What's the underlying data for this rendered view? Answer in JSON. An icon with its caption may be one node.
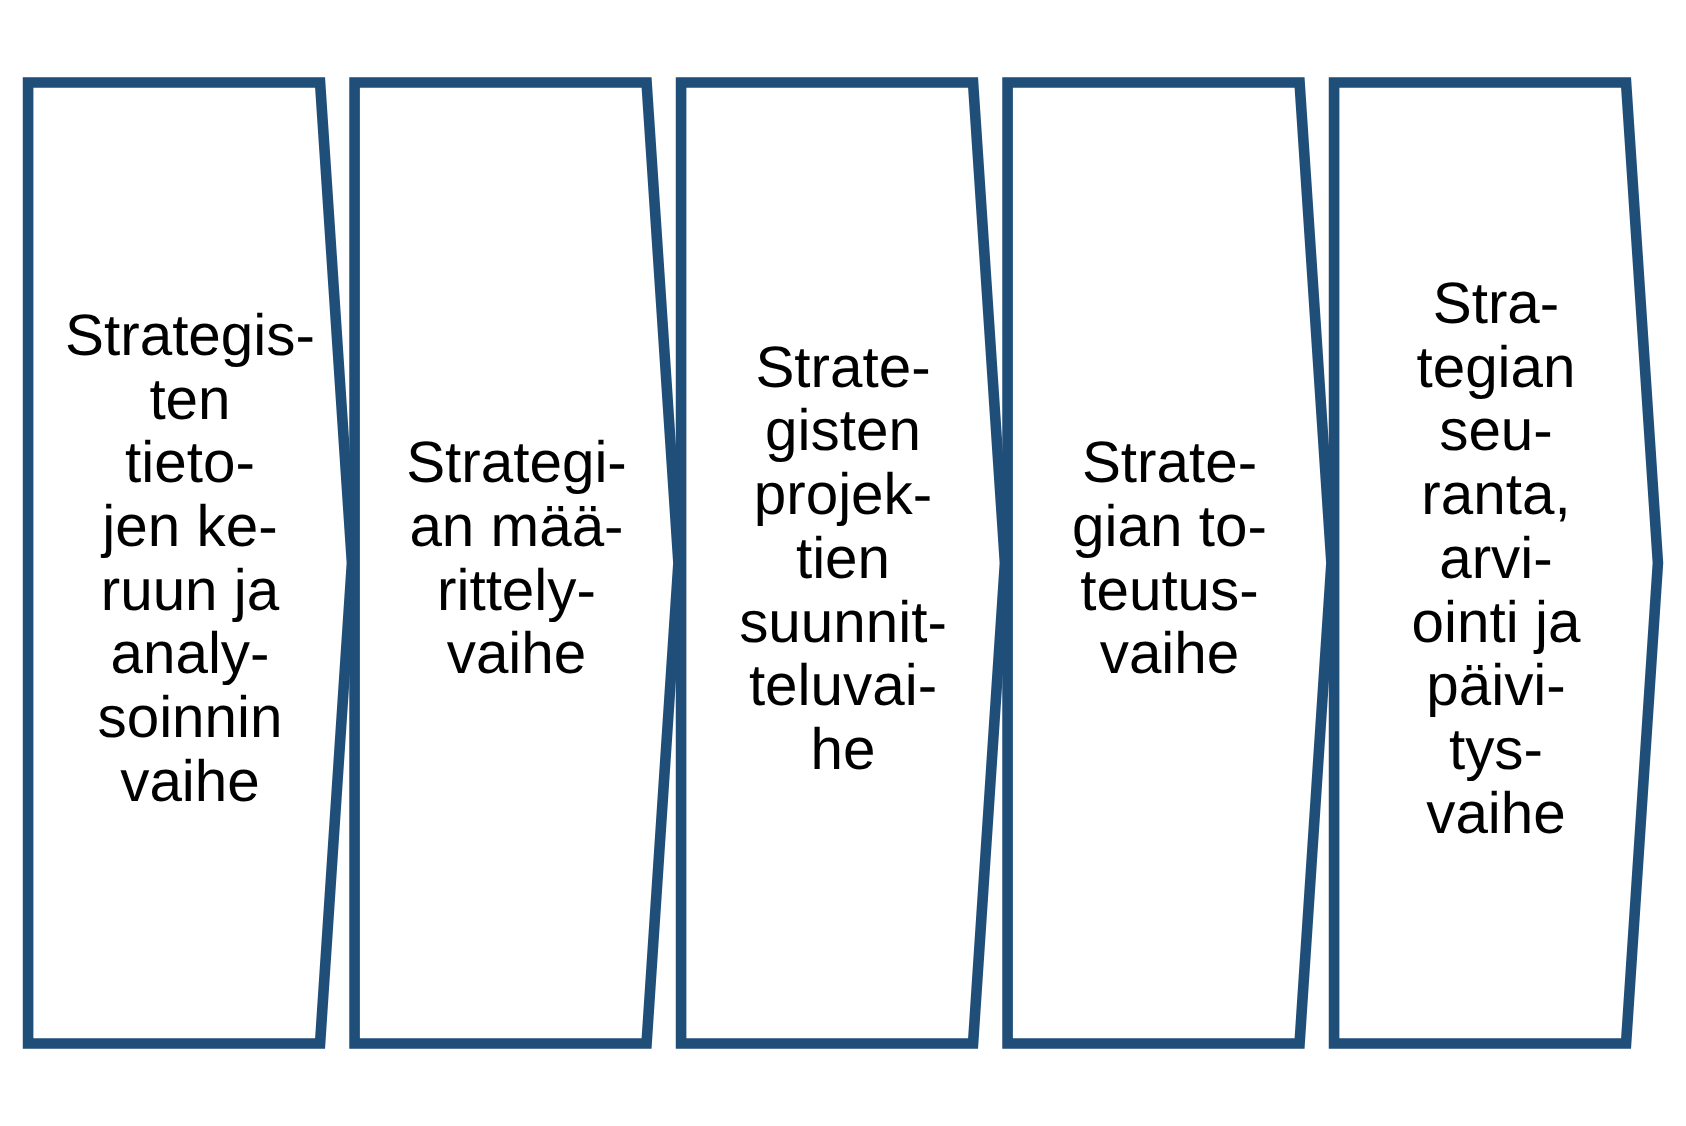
{
  "diagram": {
    "nodes": [
      {
        "text": [
          "Strategis- ten tieto- jen ke- ruun ja analy- soinnin vaihe"
        ]
      },
      {
        "text": [
          "Strategi- an mää- rittely- vaihe"
        ]
      },
      {
        "text": [
          "Strate- gisten projek- tien suunnit- teluvai- he"
        ]
      },
      {
        "text": [
          "Strate- gian to- teutus- vaihe"
        ]
      },
      {
        "text": [
          "Stra- tegian seu- ranta, arvi- ointi ja päivi- tys- vaihe"
        ]
      }
    ],
    "edges": []
  }
}
